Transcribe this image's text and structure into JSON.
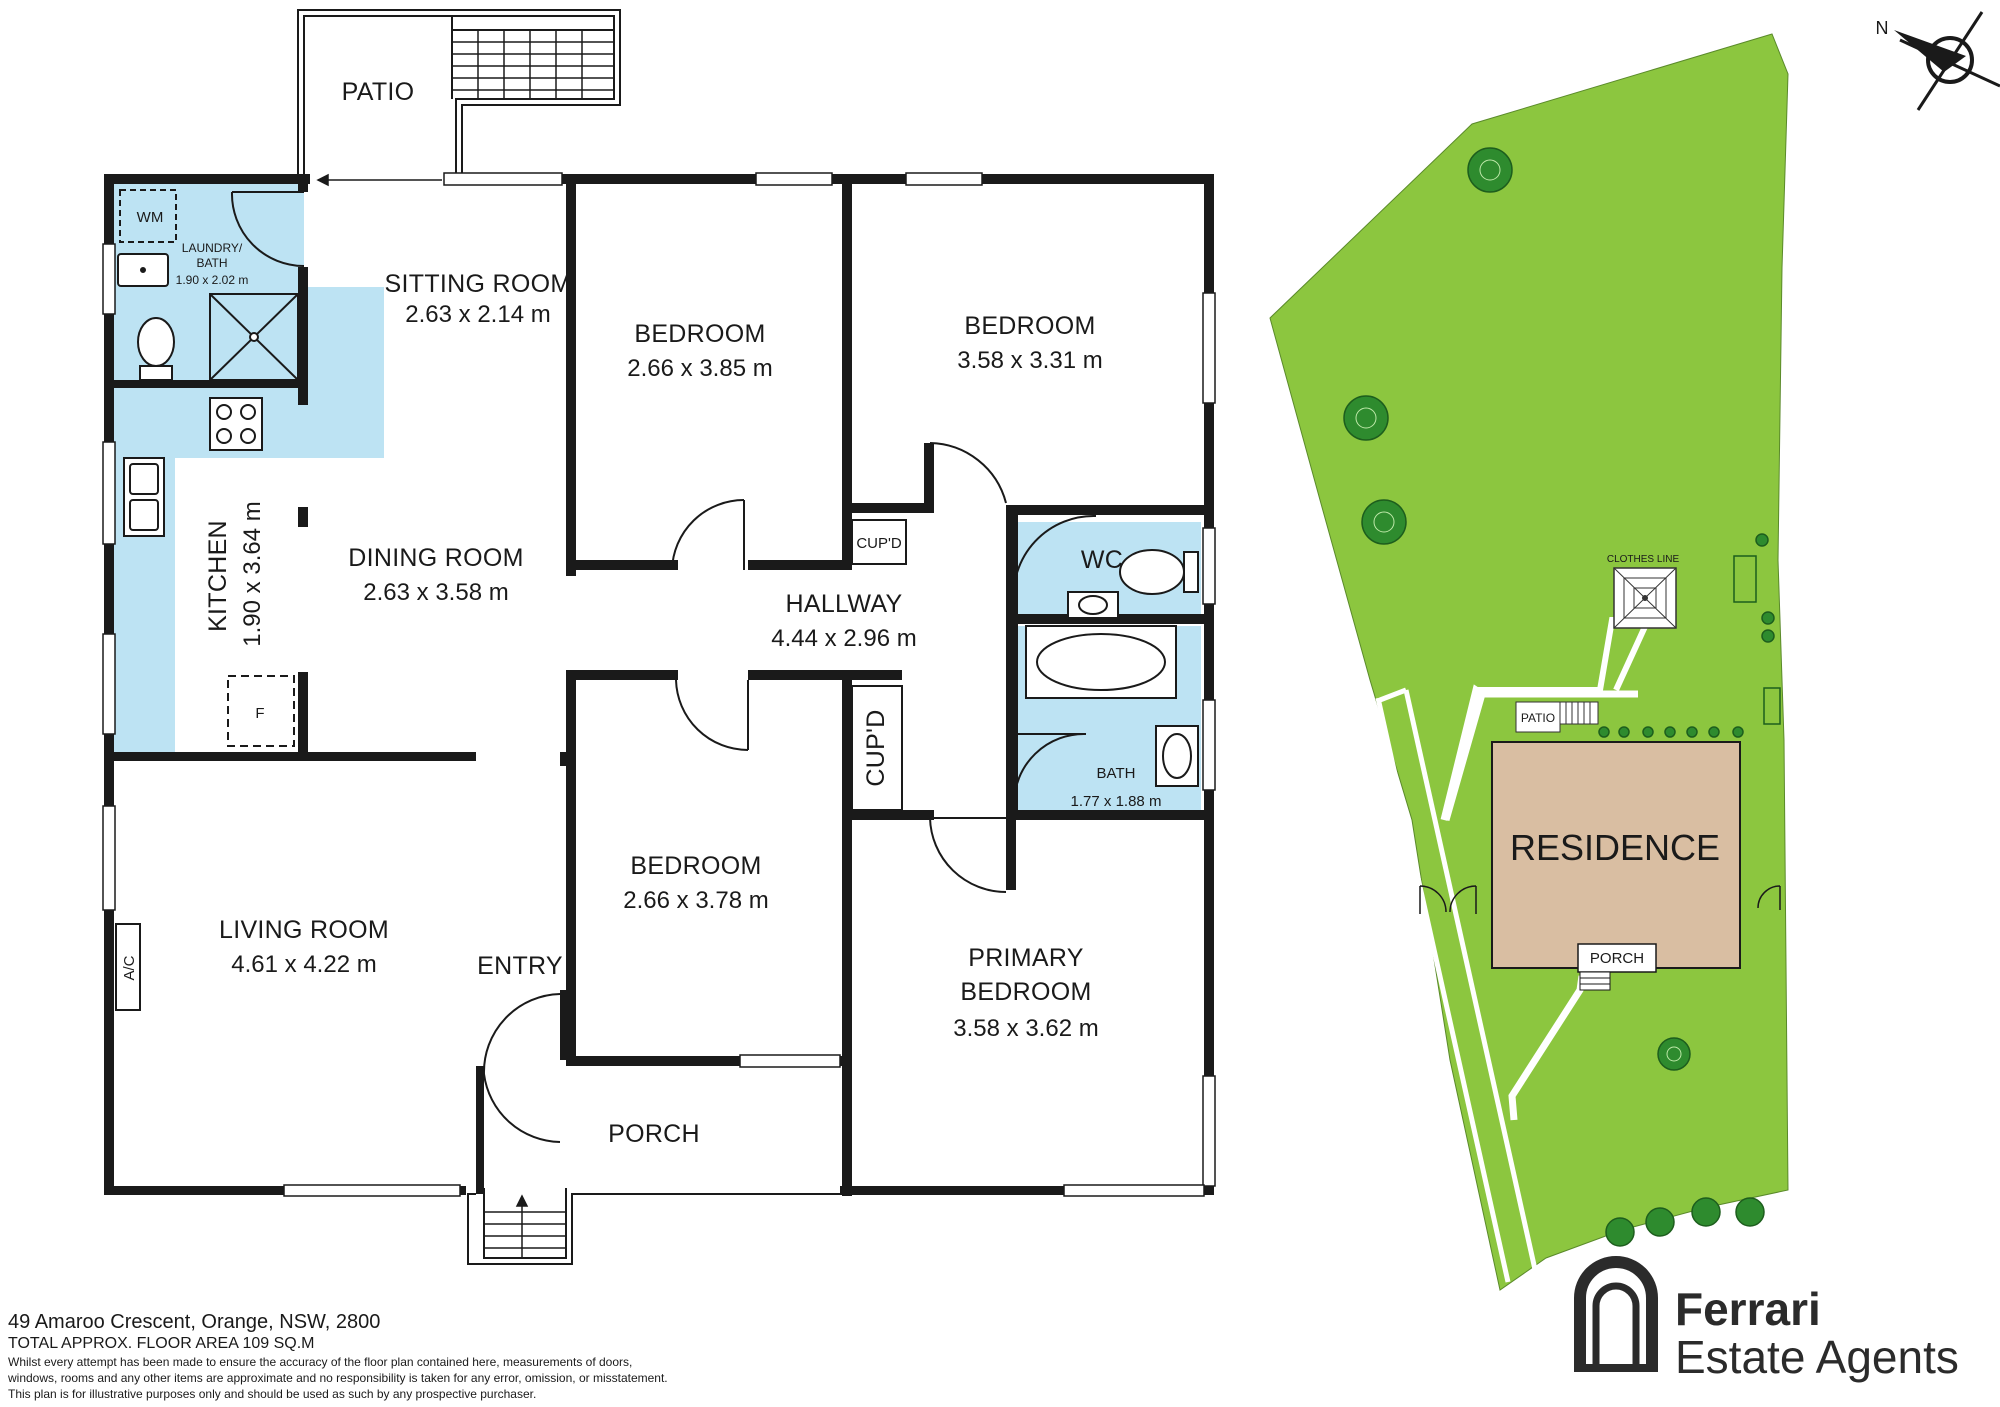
{
  "plan": {
    "patio": "PATIO",
    "sitting_room": {
      "name": "SITTING ROOM",
      "dim": "2.63 x 2.14 m"
    },
    "laundry": {
      "name_1": "LAUNDRY/",
      "name_2": "BATH",
      "dim": "1.90 x 2.02 m",
      "wm": "WM"
    },
    "kitchen": {
      "name": "KITCHEN",
      "dim": "1.90 x 3.64 m"
    },
    "fridge": "F",
    "dining_room": {
      "name": "DINING ROOM",
      "dim": "2.63 x 3.58 m"
    },
    "bedroom_1": {
      "name": "BEDROOM",
      "dim": "2.66 x 3.85 m"
    },
    "bedroom_2": {
      "name": "BEDROOM",
      "dim": "3.58 x 3.31 m"
    },
    "cupd_1": "CUP'D",
    "cupd_2": "CUP'D",
    "wc": "WC",
    "hallway": {
      "name": "HALLWAY",
      "dim": "4.44 x 2.96 m"
    },
    "bath": {
      "name": "BATH",
      "dim": "1.77 x 1.88 m"
    },
    "bedroom_3": {
      "name": "BEDROOM",
      "dim": "2.66 x 3.78 m"
    },
    "living_room": {
      "name": "LIVING ROOM",
      "dim": "4.61 x 4.22 m"
    },
    "ac": "A/C",
    "entry": "ENTRY",
    "primary_bedroom": {
      "name_1": "PRIMARY",
      "name_2": "BEDROOM",
      "dim": "3.58 x 3.62 m"
    },
    "porch": "PORCH"
  },
  "site": {
    "compass": "N",
    "clothes_line": "CLOTHES LINE",
    "patio": "PATIO",
    "residence": "RESIDENCE",
    "porch": "PORCH"
  },
  "colors": {
    "wall": "#1a1a1a",
    "wet_area": "#bde3f3",
    "lawn": "#8cc63f",
    "residence": "#d9bea2",
    "tree": "#2e8b2e"
  },
  "footer": {
    "address": "49 Amaroo Crescent, Orange, NSW, 2800",
    "floor_area": "TOTAL APPROX. FLOOR AREA 109 SQ.M",
    "disclaimer_1": "Whilst every attempt has been made to ensure the accuracy of the floor plan contained here, measurements of doors,",
    "disclaimer_2": "windows, rooms and any other items are approximate and no responsibility is taken for any error, omission, or misstatement.",
    "disclaimer_3": "This plan is for illustrative purposes only and should be used as such by any prospective purchaser."
  },
  "brand": {
    "name": "Ferrari",
    "subtitle": "Estate Agents"
  }
}
